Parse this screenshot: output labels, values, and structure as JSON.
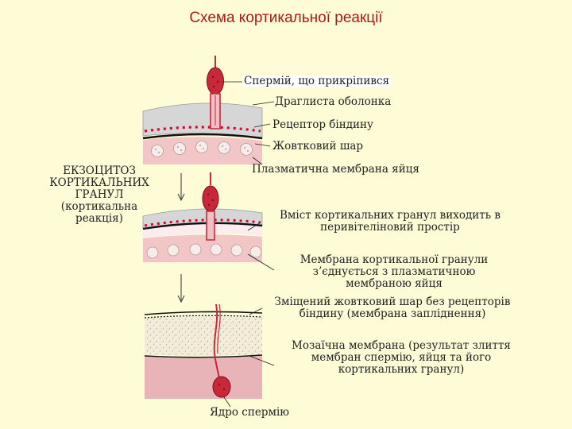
{
  "title": "Схема кортикальної реакції",
  "left_label": {
    "line1": "ЕКЗОЦИТОЗ",
    "line2": "КОРТИКАЛЬНИХ",
    "line3": "ГРАНУЛ",
    "line4": "(кортикальна",
    "line5": "реакція)"
  },
  "labels": {
    "sperm_attached": "Спермій, що прикріпився",
    "jelly_coat": "Драглиста оболонка",
    "bindin_receptor": "Рецептор біндину",
    "yolk_layer": "Жовтковий шар",
    "egg_membrane": "Плазматична мембрана яйця",
    "granule_contents_1": "Вміст кортикальних гранул виходить в",
    "granule_contents_2": "перивітеліновий простір",
    "granule_membrane_1": "Мембрана кортикальної гранули",
    "granule_membrane_2": "з’єднується з плазматичною",
    "granule_membrane_3": "мембраною яйця",
    "shifted_layer_1": "Зміщений жовтковий шар без рецепторів",
    "shifted_layer_2": "біндину (мембрана запліднення)",
    "mosaic_1": "Мозаїчна мембрана (результат злиття",
    "mosaic_2": "мембран спермію, яйця та його",
    "mosaic_3": "кортикальних гранул)",
    "sperm_nucleus": "Ядро спермію"
  },
  "colors": {
    "background": "#fdfcd6",
    "jelly": "#d6d6d6",
    "cytoplasm": "#f2c6c6",
    "sperm": "#c8283a",
    "receptor_dots": "#c8102e",
    "membrane": "#111111",
    "granule": "#f7ecea"
  }
}
